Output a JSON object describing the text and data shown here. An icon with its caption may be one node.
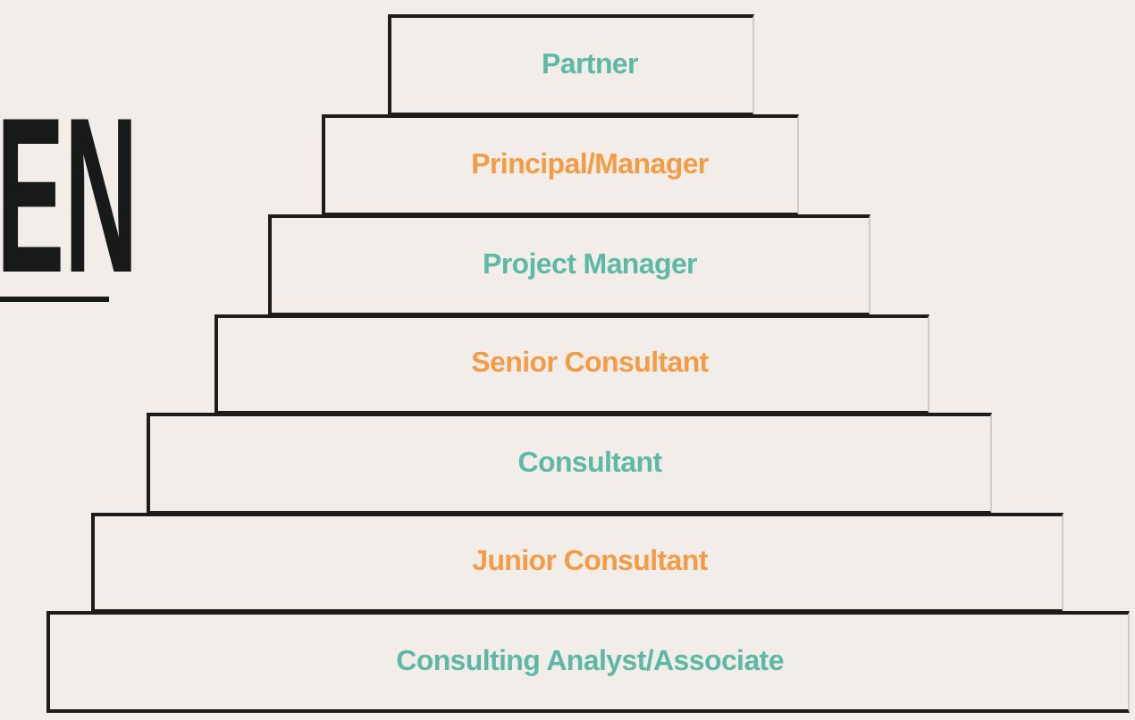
{
  "diagram": {
    "nodes": [
      {
        "text": [
          "Partner"
        ]
      },
      {
        "text": [
          "Principal/Manager"
        ]
      },
      {
        "text": [
          "Project Manager"
        ]
      },
      {
        "text": [
          "Senior Consultant"
        ]
      },
      {
        "text": [
          "Consultant"
        ]
      },
      {
        "text": [
          "Junior Consultant"
        ]
      },
      {
        "text": [
          "Consulting Analyst/Associate"
        ]
      }
    ],
    "labels": [
      "EN"
    ]
  }
}
